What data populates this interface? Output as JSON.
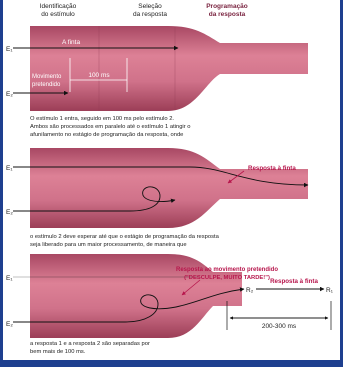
{
  "colors": {
    "frame": "#1e3f8f",
    "paper": "#ffffff",
    "shape_fill": "#cf6d86",
    "shape_dark": "#9c3e57",
    "accent_text": "#b7164c",
    "heading_text": "#7a2440",
    "body_text": "#222222"
  },
  "header": {
    "stage1": [
      "Identificação",
      "do estímulo"
    ],
    "stage2": [
      "Seleção",
      "da resposta"
    ],
    "stage3": [
      "Programação",
      "da resposta"
    ]
  },
  "panel1": {
    "e1": "E₁",
    "e2": "E₂",
    "feint_label": "A finta",
    "delay_label": "100 ms",
    "intended_label": [
      "Movimento",
      "pretendido"
    ],
    "caption": [
      "O estímulo 1 entra, seguido em 100 ms pelo estímulo 2.",
      "Ambos são processados em paralelo até o estímulo 1 atingir o",
      "afunilamento no estágio de programação da resposta, onde"
    ]
  },
  "panel2": {
    "e1": "E₁",
    "e2": "E₂",
    "response_label": "Resposta à finta",
    "caption": [
      "o estímulo 2 deve esperar até que o estágio de programação da resposta",
      "seja liberado para um maior processamento, de maneira que"
    ]
  },
  "panel3": {
    "e1": "E₁",
    "e2": "E₂",
    "r1": "R₁",
    "r2": "R₂",
    "intended_response": [
      "Resposta ao movimento pretendido",
      "(\"DESCULPE, MUITO TARDE!\")"
    ],
    "feint_response": "Resposta à finta",
    "interval_label": "200-300 ms",
    "caption": [
      "a resposta 1 e a resposta 2 são separadas por",
      "bem mais de 100 ms."
    ]
  }
}
